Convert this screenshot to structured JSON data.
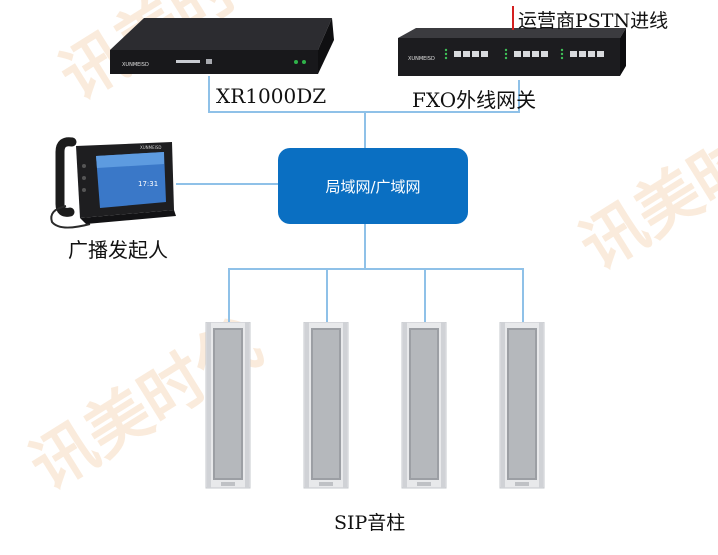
{
  "watermark": {
    "text": "讯美时代"
  },
  "devices": {
    "xr": {
      "label": "XR1000DZ",
      "brand": "XUNMEISD"
    },
    "fxo": {
      "label": "FXO外线网关",
      "brand": "XUNMEISD"
    },
    "carrier": {
      "label": "运营商PSTN进线"
    },
    "phone": {
      "label": "广播发起人",
      "screen_time": "17:31",
      "brand": "XUNMEISD"
    }
  },
  "network": {
    "label": "局域网/广域网"
  },
  "speakers": {
    "label": "SIP音柱",
    "count": 4
  },
  "colors": {
    "line": "#8fc1e8",
    "network_box": "#0a6fc2",
    "carrier_marker": "#d42020"
  }
}
